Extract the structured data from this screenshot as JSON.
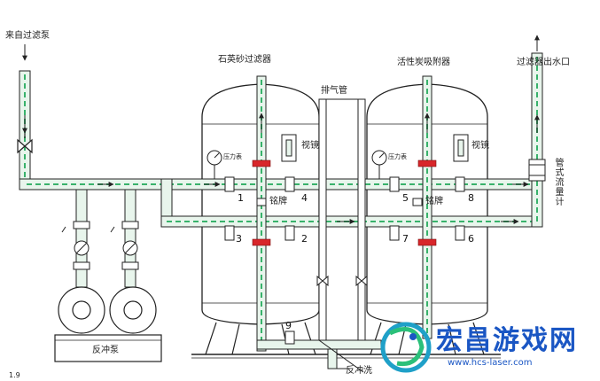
{
  "labels": {
    "inlet_pump": "来自过滤泵",
    "quartz_filter": "石英砂过滤器",
    "carbon_filter": "活性炭吸附器",
    "filter_outlet": "过滤器出水口",
    "vent_pipe": "排气管",
    "sight_glass_left": "视镜",
    "sight_glass_right": "视镜",
    "nameplate_left": "铭牌",
    "nameplate_right": "铭牌",
    "flowmeter": "管式流量计",
    "backwash_pump": "反冲泵",
    "backwash_drain": "反冲洗",
    "gauge_left": "压力表",
    "gauge_right": "压力表",
    "corner_mark": "1.9"
  },
  "valve_numbers": [
    "1",
    "2",
    "3",
    "4",
    "5",
    "6",
    "7",
    "8",
    "9"
  ],
  "watermark": {
    "title": "宏昌游戏网",
    "url": "www.hcs-laser.com"
  },
  "colors": {
    "pipe_line": "#222222",
    "flow_fill": "#38b26b",
    "valve_red": "#d8262a",
    "watermark": "#1a56c4"
  }
}
